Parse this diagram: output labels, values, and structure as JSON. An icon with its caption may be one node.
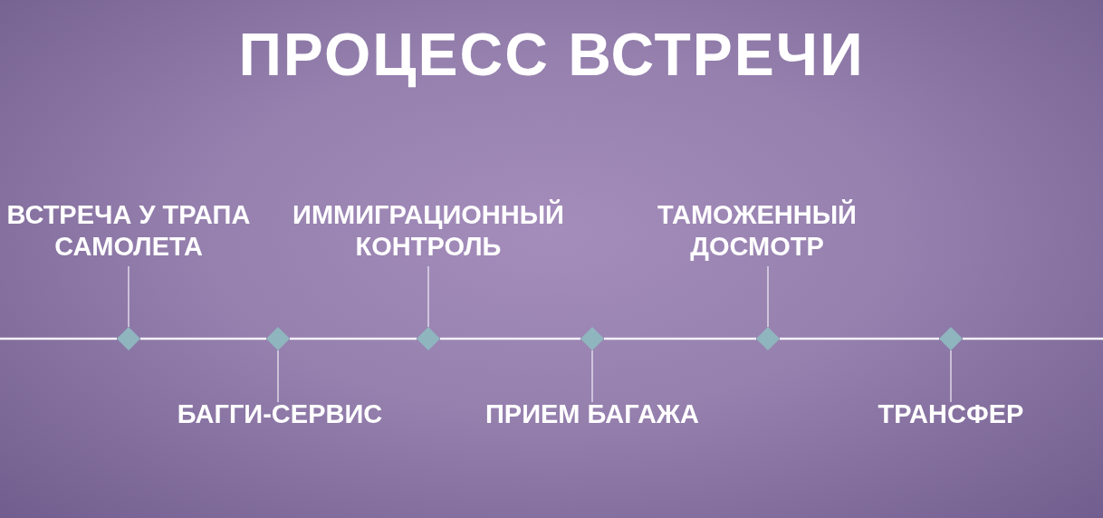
{
  "diagram": {
    "title": "ПРОЦЕСС ВСТРЕЧИ",
    "nodes": [
      {
        "text": [
          "ВСТРЕЧА У ТРАПА САМОЛЕТА"
        ]
      },
      {
        "text": [
          "БАГГИ-СЕРВИС"
        ]
      },
      {
        "text": [
          "ИММИГРАЦИОННЫЙ КОНТРОЛЬ"
        ]
      },
      {
        "text": [
          "ПРИЕМ БАГАЖА"
        ]
      },
      {
        "text": [
          "ТАМОЖЕННЫЙ ДОСМОТР"
        ]
      },
      {
        "text": [
          "ТРАНСФЕР"
        ]
      },
      {
        "text": [],
        "shape": "diamond"
      },
      {
        "text": [],
        "shape": "diamond"
      },
      {
        "text": [],
        "shape": "diamond"
      },
      {
        "text": [],
        "shape": "diamond"
      },
      {
        "text": [],
        "shape": "diamond"
      },
      {
        "text": [],
        "shape": "diamond"
      }
    ],
    "edges": [
      {
        "from": 0,
        "to": 6,
        "arrow": "none"
      },
      {
        "from": 1,
        "to": 7,
        "arrow": "none"
      },
      {
        "from": 2,
        "to": 8,
        "arrow": "none"
      },
      {
        "from": 3,
        "to": 9,
        "arrow": "none"
      },
      {
        "from": 4,
        "to": 10,
        "arrow": "none"
      },
      {
        "from": 5,
        "to": 11,
        "arrow": "none"
      },
      {
        "from": 6,
        "to": 7,
        "arrow": "none"
      },
      {
        "from": 7,
        "to": 8,
        "arrow": "none"
      },
      {
        "from": 8,
        "to": 9,
        "arrow": "none"
      },
      {
        "from": 9,
        "to": 10,
        "arrow": "none"
      },
      {
        "from": 10,
        "to": 11,
        "arrow": "none"
      }
    ]
  }
}
